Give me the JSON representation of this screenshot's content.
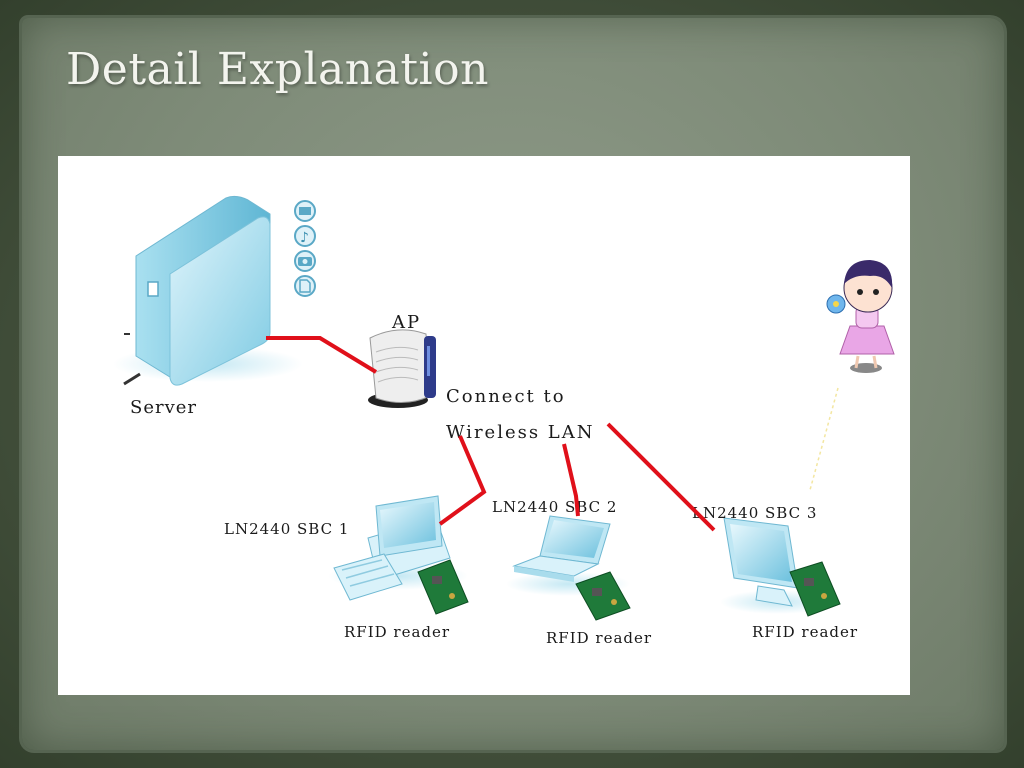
{
  "slide": {
    "title": "Detail Explanation"
  },
  "diagram": {
    "server_label": "Server",
    "ap_label": "AP",
    "connect_label_line1": "Connect to",
    "connect_label_line2": "Wireless LAN",
    "sbc1_label": "LN2440 SBC  1",
    "sbc2_label": "LN2440 SBC  2",
    "sbc3_label": "LN2440 SBC  3",
    "rfid1_label": "RFID reader",
    "rfid2_label": "RFID reader",
    "rfid3_label": "RFID reader",
    "link_color": "#e0101a",
    "server_icons": [
      "folder-icon",
      "music-icon",
      "camera-icon",
      "document-icon"
    ]
  }
}
